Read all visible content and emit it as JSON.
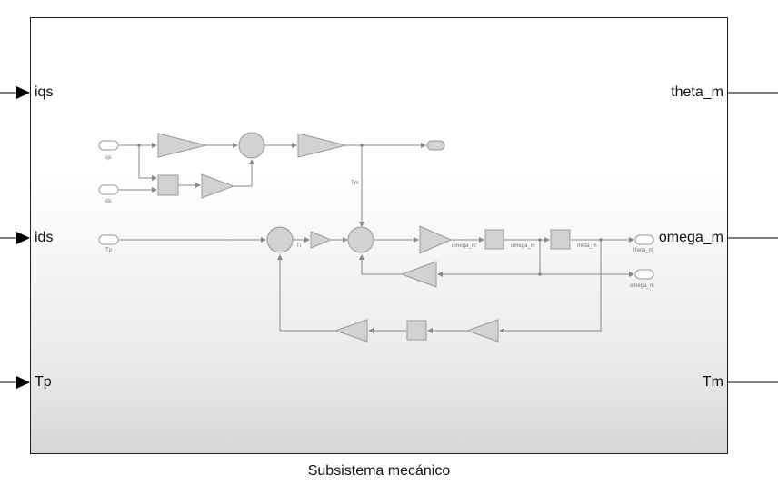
{
  "block": {
    "caption": "Subsistema mecánico",
    "inputs": [
      "iqs",
      "ids",
      "Tp"
    ],
    "outputs": [
      "theta_m",
      "omega_m",
      "Tm"
    ]
  },
  "inner": {
    "from_iqs": "iqs",
    "from_ids": "ids",
    "from_tp": "Tp",
    "signal_tm": "Tm",
    "signal_tl": "Tl",
    "signal_omega_m1": "omega_m'",
    "signal_omega_m": "omega_m",
    "signal_theta_m": "theta_m",
    "to_theta_m": "theta_m",
    "to_omega_m": "omega_m"
  }
}
